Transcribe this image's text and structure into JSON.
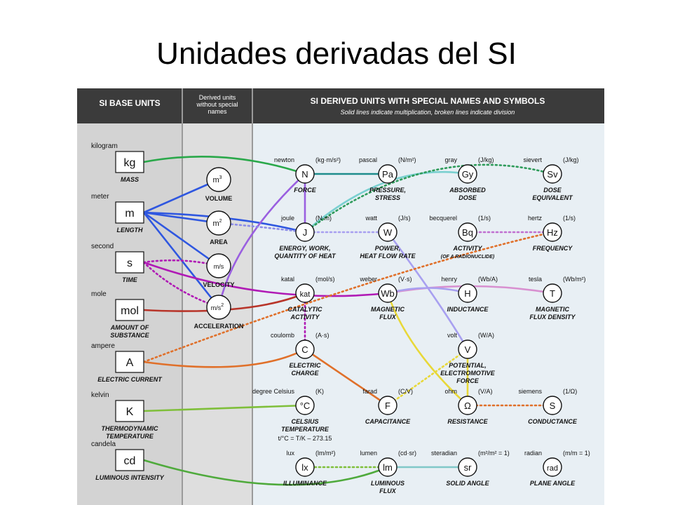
{
  "slide": {
    "title": "Unidades derivadas del SI"
  },
  "header": {
    "base_title": "SI BASE UNITS",
    "derived_title_lines": [
      "Derived units",
      "without special",
      "names"
    ],
    "special_title": "SI DERIVED UNITS WITH SPECIAL NAMES AND SYMBOLS",
    "special_subtitle": "Solid lines indicate multiplication, broken lines indicate division"
  },
  "base_units": [
    {
      "key": "kg",
      "name": "kilogram",
      "symbol": "kg",
      "lines": [
        "MASS"
      ]
    },
    {
      "key": "m",
      "name": "meter",
      "symbol": "m",
      "lines": [
        "LENGTH"
      ]
    },
    {
      "key": "s",
      "name": "second",
      "symbol": "s",
      "lines": [
        "TIME"
      ]
    },
    {
      "key": "mol",
      "name": "mole",
      "symbol": "mol",
      "lines": [
        "AMOUNT OF",
        "SUBSTANCE"
      ]
    },
    {
      "key": "A",
      "name": "ampere",
      "symbol": "A",
      "lines": [
        "ELECTRIC CURRENT"
      ]
    },
    {
      "key": "K",
      "name": "kelvin",
      "symbol": "K",
      "lines": [
        "THERMODYNAMIC",
        "TEMPERATURE"
      ]
    },
    {
      "key": "cd",
      "name": "candela",
      "symbol": "cd",
      "lines": [
        "LUMINOUS INTENSITY"
      ]
    }
  ],
  "unnamed_units": [
    {
      "key": "vol",
      "symbol": "m",
      "sup": "3",
      "label": "VOLUME"
    },
    {
      "key": "area",
      "symbol": "m",
      "sup": "2",
      "label": "AREA"
    },
    {
      "key": "vel",
      "symbol": "m/s",
      "sup": "",
      "label": "VELOCITY"
    },
    {
      "key": "acc",
      "symbol": "m/s",
      "sup": "2",
      "label": "ACCELERATION"
    }
  ],
  "special_units": [
    {
      "key": "N",
      "name": "newton",
      "unit": "(kg·m/s²)",
      "symbol": "N",
      "lines": [
        "FORCE"
      ]
    },
    {
      "key": "Pa",
      "name": "pascal",
      "unit": "(N/m²)",
      "symbol": "Pa",
      "lines": [
        "PRESSURE,",
        "STRESS"
      ]
    },
    {
      "key": "Gy",
      "name": "gray",
      "unit": "(J/kg)",
      "symbol": "Gy",
      "lines": [
        "ABSORBED",
        "DOSE"
      ]
    },
    {
      "key": "Sv",
      "name": "sievert",
      "unit": "(J/kg)",
      "symbol": "Sv",
      "lines": [
        "DOSE",
        "EQUIVALENT"
      ]
    },
    {
      "key": "J",
      "name": "joule",
      "unit": "(N·m)",
      "symbol": "J",
      "lines": [
        "ENERGY, WORK,",
        "QUANTITY OF HEAT"
      ]
    },
    {
      "key": "W",
      "name": "watt",
      "unit": "(J/s)",
      "symbol": "W",
      "lines": [
        "POWER,",
        "HEAT FLOW RATE"
      ]
    },
    {
      "key": "Bq",
      "name": "becquerel",
      "unit": "(1/s)",
      "symbol": "Bq",
      "lines": [
        "ACTIVITY",
        "(OF A RADIONUCLIDE)"
      ]
    },
    {
      "key": "Hz",
      "name": "hertz",
      "unit": "(1/s)",
      "symbol": "Hz",
      "lines": [
        "FREQUENCY"
      ]
    },
    {
      "key": "kat",
      "name": "katal",
      "unit": "(mol/s)",
      "symbol": "kat",
      "lines": [
        "CATALYTIC",
        "ACTIVITY"
      ]
    },
    {
      "key": "Wb",
      "name": "weber",
      "unit": "(V·s)",
      "symbol": "Wb",
      "lines": [
        "MAGNETIC",
        "FLUX"
      ]
    },
    {
      "key": "H",
      "name": "henry",
      "unit": "(Wb/A)",
      "symbol": "H",
      "lines": [
        "INDUCTANCE"
      ]
    },
    {
      "key": "T",
      "name": "tesla",
      "unit": "(Wb/m²)",
      "symbol": "T",
      "lines": [
        "MAGNETIC",
        "FLUX DENSITY"
      ]
    },
    {
      "key": "C",
      "name": "coulomb",
      "unit": "(A·s)",
      "symbol": "C",
      "lines": [
        "ELECTRIC",
        "CHARGE"
      ]
    },
    {
      "key": "V",
      "name": "volt",
      "unit": "(W/A)",
      "symbol": "V",
      "lines": [
        "POTENTIAL,",
        "ELECTROMOTIVE",
        "FORCE"
      ]
    },
    {
      "key": "degC",
      "name": "degree Celsius",
      "unit": "(K)",
      "symbol": "°C",
      "lines": [
        "CELSIUS",
        "TEMPERATURE"
      ],
      "formula": "t/°C = T/K – 273.15"
    },
    {
      "key": "F",
      "name": "farad",
      "unit": "(C/V)",
      "symbol": "F",
      "lines": [
        "CAPACITANCE"
      ]
    },
    {
      "key": "Ohm",
      "name": "ohm",
      "unit": "(V/A)",
      "symbol": "Ω",
      "lines": [
        "RESISTANCE"
      ]
    },
    {
      "key": "S",
      "name": "siemens",
      "unit": "(1/Ω)",
      "symbol": "S",
      "lines": [
        "CONDUCTANCE"
      ]
    },
    {
      "key": "lx",
      "name": "lux",
      "unit": "(lm/m²)",
      "symbol": "lx",
      "lines": [
        "ILLUMINANCE"
      ]
    },
    {
      "key": "lm",
      "name": "lumen",
      "unit": "(cd·sr)",
      "symbol": "lm",
      "lines": [
        "LUMINOUS",
        "FLUX"
      ]
    },
    {
      "key": "sr",
      "name": "steradian",
      "unit": "(m²/m² = 1)",
      "symbol": "sr",
      "lines": [
        "SOLID ANGLE"
      ]
    },
    {
      "key": "rad",
      "name": "radian",
      "unit": "(m/m = 1)",
      "symbol": "rad",
      "lines": [
        "PLANE ANGLE"
      ]
    }
  ],
  "colors": {
    "mass": "#2aa84a",
    "length": "#2f57e0",
    "time": "#b01ab5",
    "mole": "#b8352a",
    "current": "#e0702a",
    "kelvin": "#7fbf3a",
    "candela": "#4faa3c",
    "newton": "#1e8c8c",
    "pascal": "#7ad0d0",
    "joule": "#9a5fe0",
    "watt": "#a8a0f0",
    "volt": "#e8d838",
    "hz": "#c070d0",
    "magnetic": "#d890d0",
    "sievert": "#2e9b5a",
    "lumen": "#80c8c8",
    "gray_dotted": "#8c8ce8"
  }
}
